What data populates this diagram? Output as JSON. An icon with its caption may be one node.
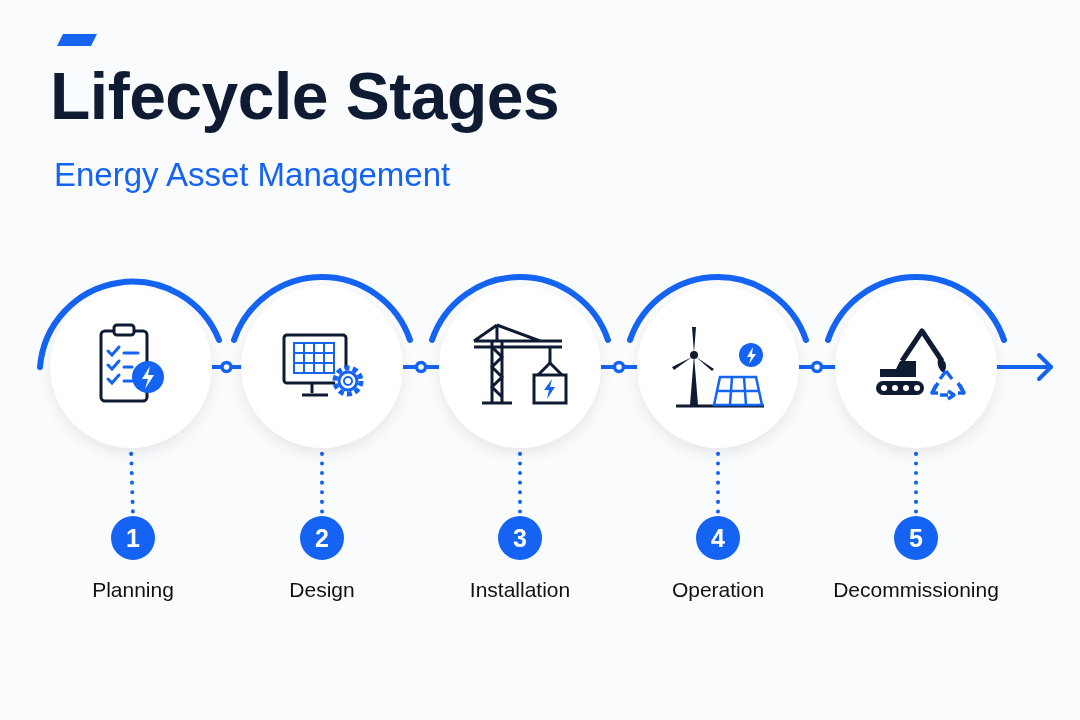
{
  "diagram": {
    "title": "Lifecycle Stages",
    "nodes": [
      {
        "text": [],
        "shape": "circle"
      },
      {
        "text": [],
        "shape": "circle"
      },
      {
        "text": [],
        "shape": "circle"
      },
      {
        "text": [],
        "shape": "circle"
      },
      {
        "text": [],
        "shape": "circle"
      },
      {
        "text": [
          "1",
          "Planning"
        ]
      },
      {
        "text": [
          "2",
          "Design"
        ]
      },
      {
        "text": [
          "3",
          "Installation"
        ]
      },
      {
        "text": [
          "4",
          "Operation"
        ]
      },
      {
        "text": [
          "5",
          "Decommissioning"
        ]
      }
    ],
    "edges": [
      {
        "from": 0,
        "to": 1,
        "arrow": "none"
      },
      {
        "from": 1,
        "to": 2,
        "arrow": "none"
      },
      {
        "from": 2,
        "to": 3,
        "arrow": "none"
      },
      {
        "from": 3,
        "to": 4,
        "arrow": "none"
      },
      {
        "from": 4,
        "to": null,
        "arrow": "to"
      },
      {
        "from": 0,
        "to": 5,
        "arrow": "none",
        "style": "dashed"
      },
      {
        "from": 1,
        "to": 6,
        "arrow": "none",
        "style": "dashed"
      },
      {
        "from": 2,
        "to": 7,
        "arrow": "none",
        "style": "dashed"
      },
      {
        "from": 3,
        "to": 8,
        "arrow": "none",
        "style": "dashed"
      },
      {
        "from": 4,
        "to": 9,
        "arrow": "none",
        "style": "dashed"
      }
    ],
    "labels": [
      "Energy Asset Management"
    ]
  }
}
